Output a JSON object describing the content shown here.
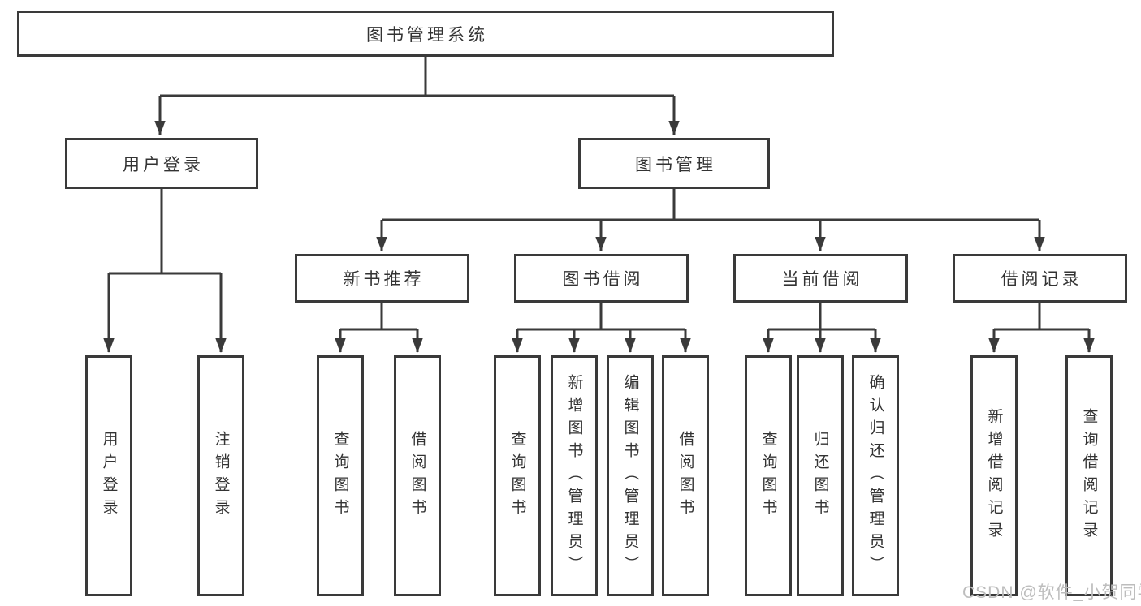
{
  "colors": {
    "line": "#3a3a3a",
    "text": "#333333",
    "background": "#ffffff",
    "watermark": "#bdbdbd"
  },
  "watermark": {
    "text": "CSDN @软件_小贺同学"
  },
  "tree": {
    "root": {
      "label": "图书管理系统"
    },
    "level2": [
      {
        "label": "用户登录"
      },
      {
        "label": "图书管理"
      }
    ],
    "level3": [
      {
        "label": "新书推荐",
        "parent": "图书管理"
      },
      {
        "label": "图书借阅",
        "parent": "图书管理"
      },
      {
        "label": "当前借阅",
        "parent": "图书管理"
      },
      {
        "label": "借阅记录",
        "parent": "图书管理"
      }
    ],
    "leaves": [
      {
        "label": "用户登录",
        "parent": "用户登录"
      },
      {
        "label": "注销登录",
        "parent": "用户登录"
      },
      {
        "label": "查询图书",
        "parent": "新书推荐"
      },
      {
        "label": "借阅图书",
        "parent": "新书推荐"
      },
      {
        "label": "查询图书",
        "parent": "图书借阅"
      },
      {
        "label": "新增图书（管理员）",
        "parent": "图书借阅"
      },
      {
        "label": "编辑图书（管理员）",
        "parent": "图书借阅"
      },
      {
        "label": "借阅图书",
        "parent": "图书借阅"
      },
      {
        "label": "查询图书",
        "parent": "当前借阅"
      },
      {
        "label": "归还图书",
        "parent": "当前借阅"
      },
      {
        "label": "确认归还（管理员）",
        "parent": "当前借阅"
      },
      {
        "label": "新增借阅记录",
        "parent": "借阅记录"
      },
      {
        "label": "查询借阅记录",
        "parent": "借阅记录"
      }
    ]
  }
}
